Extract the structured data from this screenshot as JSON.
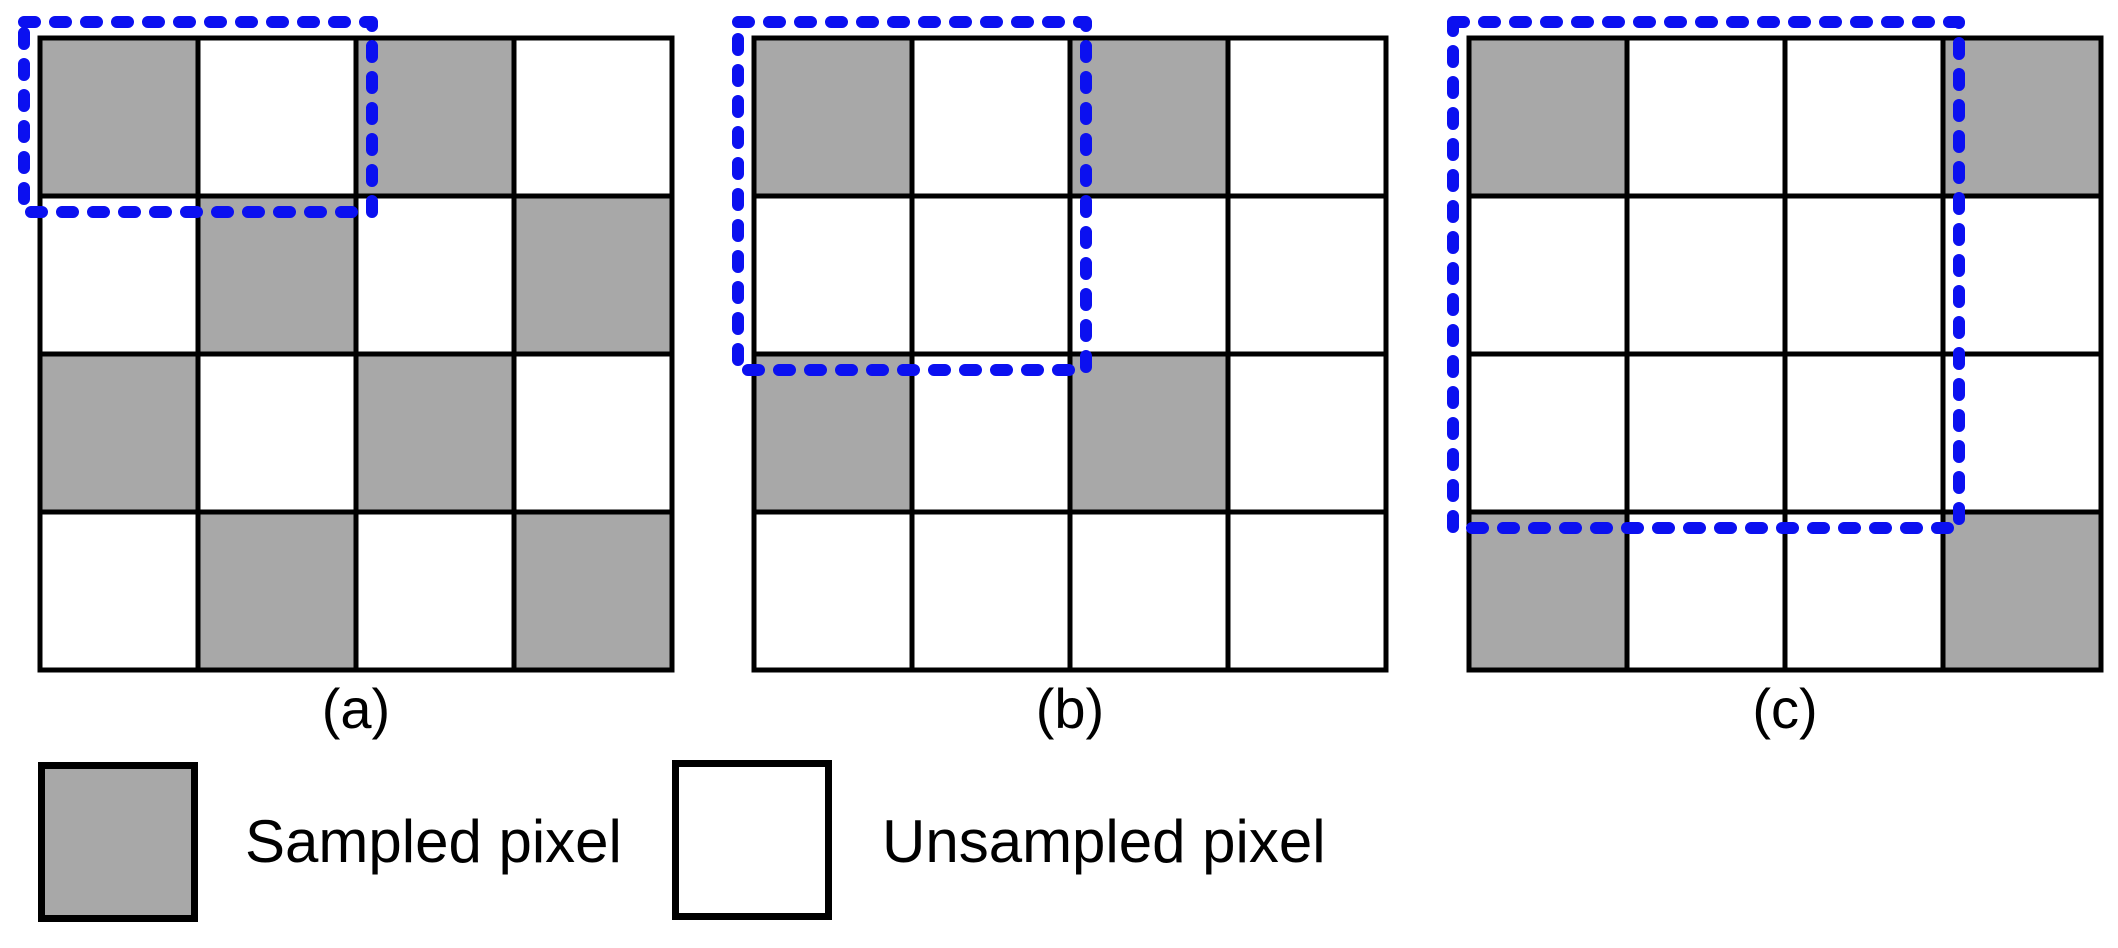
{
  "colors": {
    "background": "#ffffff",
    "sampled_fill": "#a8a8a8",
    "unsampled_fill": "#ffffff",
    "grid_line": "#000000",
    "highlight_dash": "#0b10f0",
    "text": "#000000"
  },
  "figures": [
    {
      "label": "(a)",
      "grid_size": "4x4",
      "pattern": [
        [
          1,
          0,
          1,
          0
        ],
        [
          0,
          1,
          0,
          1
        ],
        [
          1,
          0,
          1,
          0
        ],
        [
          0,
          1,
          0,
          1
        ]
      ],
      "dashed_region": {
        "rows": 1,
        "cols": 2
      }
    },
    {
      "label": "(b)",
      "grid_size": "4x4",
      "pattern": [
        [
          1,
          0,
          1,
          0
        ],
        [
          0,
          0,
          0,
          0
        ],
        [
          1,
          0,
          1,
          0
        ],
        [
          0,
          0,
          0,
          0
        ]
      ],
      "dashed_region": {
        "rows": 2,
        "cols": 2
      }
    },
    {
      "label": "(c)",
      "grid_size": "4x4",
      "pattern": [
        [
          1,
          0,
          0,
          1
        ],
        [
          0,
          0,
          0,
          0
        ],
        [
          0,
          0,
          0,
          0
        ],
        [
          1,
          0,
          0,
          1
        ]
      ],
      "dashed_region": {
        "rows": 3,
        "cols": 3
      }
    }
  ],
  "legend": {
    "items": [
      {
        "swatch": "sampled",
        "label": "Sampled pixel"
      },
      {
        "swatch": "unsampled",
        "label": "Unsampled pixel"
      }
    ]
  }
}
